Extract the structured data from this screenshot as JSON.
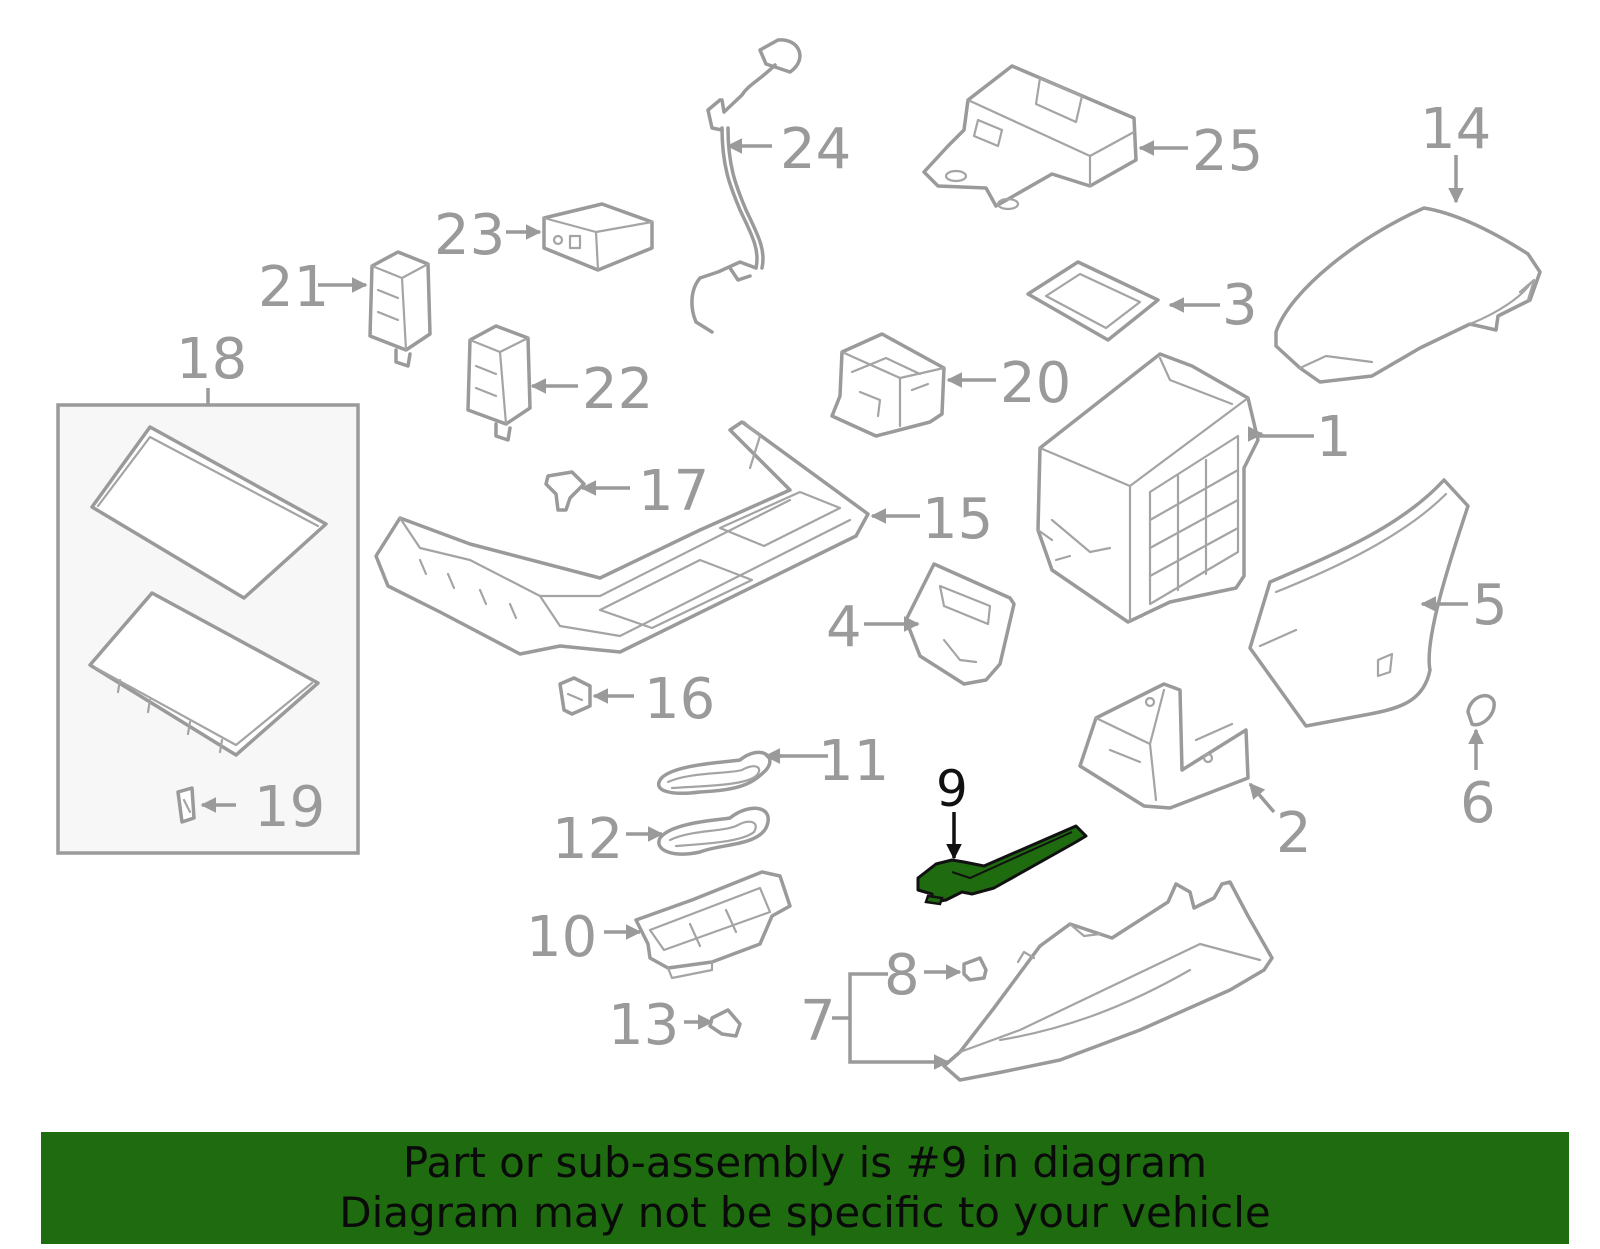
{
  "diagram": {
    "callouts": [
      "1",
      "2",
      "3",
      "4",
      "5",
      "6",
      "7",
      "8",
      "9",
      "10",
      "11",
      "12",
      "13",
      "14",
      "15",
      "16",
      "17",
      "18",
      "19",
      "20",
      "21",
      "22",
      "23",
      "24",
      "25"
    ],
    "highlighted_part": "9",
    "colors": {
      "line": "#9a9a9a",
      "highlight_fill": "#1f6b10",
      "highlight_outline": "#111111",
      "group_box_fill": "#f7f7f7"
    }
  },
  "caption": {
    "line1": "Part or sub-assembly is #9 in diagram",
    "line2": "Diagram may not be specific to your vehicle",
    "background": "#1f6b10"
  }
}
